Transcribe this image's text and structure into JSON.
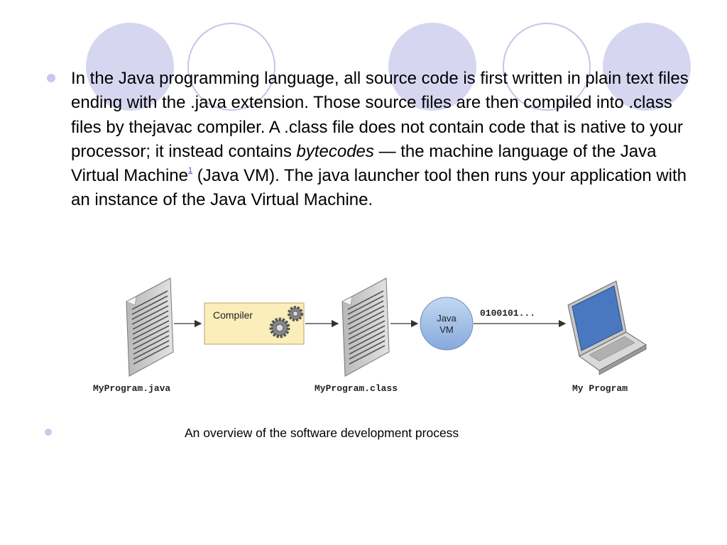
{
  "colors": {
    "circle_fill": "#d6d6f0",
    "circle_outline": "#c5c5e8",
    "bullet": "#c9c9ec",
    "compiler_box": "#fbeebb",
    "jvm_circle": "#9dbde6",
    "link": "#4f4fc8"
  },
  "body": {
    "p1": "In the Java programming language, all source code is first written in plain text files ending with the .java extension. Those source files are then compiled into .class files by thejavac compiler. A .class file does not contain code that is native to your processor; it instead contains ",
    "p_italic": "bytecodes",
    "p2": " — the machine language of the Java Virtual Machine",
    "footnote": "1",
    "p3": " (Java VM). The java launcher tool then runs your application with an instance of the Java Virtual Machine."
  },
  "diagram": {
    "source_file_label": "MyProgram.java",
    "compiler_label": "Compiler",
    "class_file_label": "MyProgram.class",
    "jvm_label_line1": "Java",
    "jvm_label_line2": "VM",
    "binary_label": "0100101...",
    "program_label": "My Program",
    "icons": [
      "document-icon",
      "gears-icon",
      "document-icon",
      "laptop-icon"
    ]
  },
  "caption": "An overview of the software development process"
}
